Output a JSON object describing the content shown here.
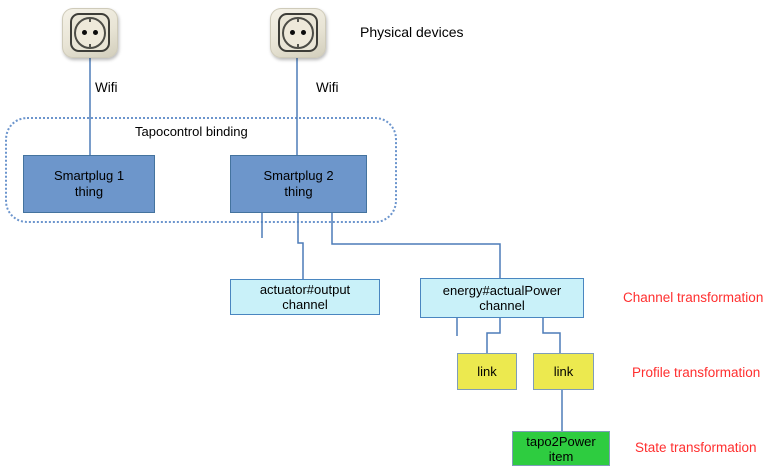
{
  "header": {
    "physical_devices": "Physical devices"
  },
  "wifi": {
    "left": "Wifi",
    "right": "Wifi"
  },
  "binding": {
    "label": "Tapocontrol binding"
  },
  "nodes": {
    "smartplug1": {
      "title": "Smartplug 1",
      "subtitle": "thing"
    },
    "smartplug2": {
      "title": "Smartplug 2",
      "subtitle": "thing"
    },
    "actuator_channel": {
      "title": "actuator#output",
      "subtitle": "channel"
    },
    "energy_channel": {
      "title": "energy#actualPower",
      "subtitle": "channel"
    },
    "link1": {
      "label": "link"
    },
    "link2": {
      "label": "link"
    },
    "item": {
      "title": "tapo2Power",
      "subtitle": "item"
    }
  },
  "annotations": {
    "channel": "Channel transformation",
    "profile": "Profile transformation",
    "state": "State transformation"
  },
  "icons": {
    "socket1": "power-socket-icon",
    "socket2": "power-socket-icon"
  },
  "colors": {
    "thing_fill": "#6d96cb",
    "thing_border": "#44739e",
    "channel_fill": "#c9f1f9",
    "channel_border": "#4a86c0",
    "link_fill": "#ece94f",
    "link_border": "#7f9db9",
    "item_fill": "#2ecc40",
    "item_border": "#7f9db9",
    "connector_line": "#4d7cb8",
    "binding_dashed_border": "#6c95cd",
    "annotation_text": "#ff2f2f"
  }
}
